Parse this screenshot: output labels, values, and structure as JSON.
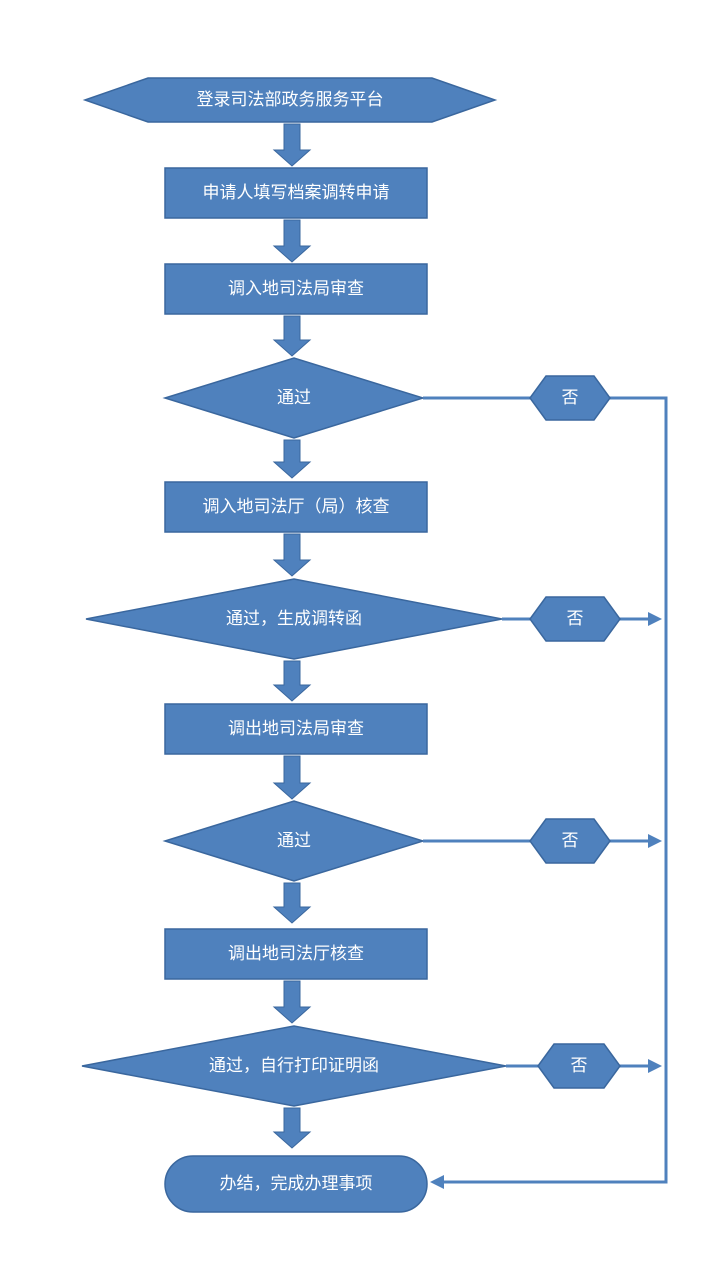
{
  "colors": {
    "shape_fill": "#4f81bd",
    "shape_stroke": "#3a679e",
    "text": "#ffffff",
    "background": "#ffffff"
  },
  "nodes": {
    "start": "登录司法部政务服务平台",
    "apply": "申请人填写档案调转申请",
    "in_bureau_review": "调入地司法局审查",
    "pass_1": "通过",
    "in_dept_check": "调入地司法厅（局）核查",
    "pass_2": "通过，生成调转函",
    "out_bureau_review": "调出地司法局审查",
    "pass_3": "通过",
    "out_dept_check": "调出地司法厅核查",
    "pass_4": "通过，自行打印证明函",
    "end": "办结，完成办理事项"
  },
  "rejects": {
    "no_1": "否",
    "no_2": "否",
    "no_3": "否",
    "no_4": "否"
  }
}
